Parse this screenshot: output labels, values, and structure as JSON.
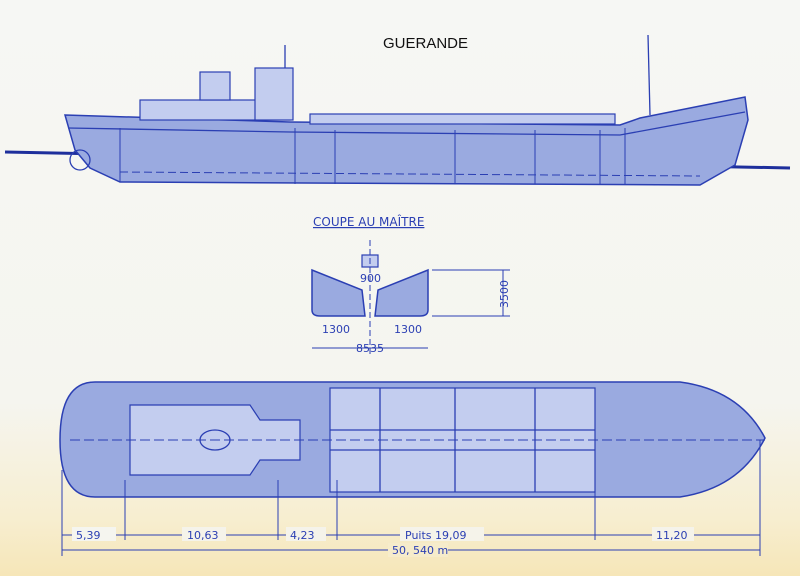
{
  "title": "GUERANDE",
  "section": {
    "heading": "COUPE AU MAÎTRE",
    "dim_center": "900",
    "dim_height": "3500",
    "dim_left": "1300",
    "dim_right": "1300",
    "dim_width": "8535"
  },
  "dimensions": {
    "segments": [
      "5,39",
      "10,63",
      "4,23",
      "Puits 19,09",
      "11,20"
    ],
    "total": "50, 540 m"
  },
  "colors": {
    "ink": "#2b3fb3",
    "fill": "#9aaae0"
  }
}
